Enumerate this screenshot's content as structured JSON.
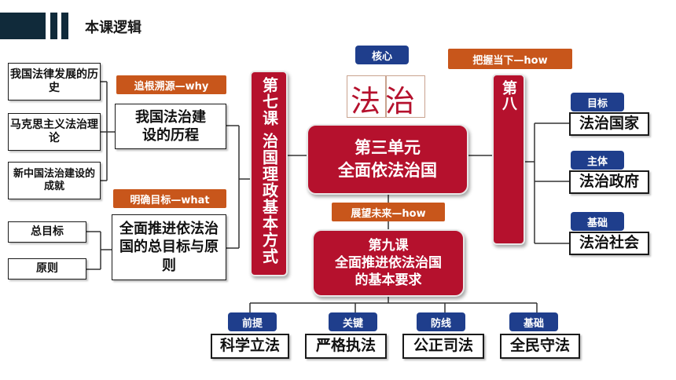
{
  "header": {
    "title": "本课逻辑"
  },
  "core": {
    "label": "核心",
    "chars": "法治"
  },
  "main_unit": {
    "line1": "第三单元",
    "line2": "全面依法治国"
  },
  "lesson_seven": {
    "text": "第七课 治国理政基本方式"
  },
  "lesson_eight": {
    "text": "第八"
  },
  "lesson_nine": {
    "line1": "第九课",
    "line2": "全面推进依法治国",
    "line3": "的基本要求"
  },
  "left_sections": [
    {
      "tag": "追根溯源—why",
      "main_box": "我国法治建设的历程",
      "sub_boxes": [
        "我国法律发展的历史",
        "马克思主义法治理论",
        "新中国法治建设的成就"
      ]
    },
    {
      "tag": "明确目标—what",
      "main_box": "全面推进依法治国的总目标与原则",
      "sub_boxes": [
        "总目标",
        "原则"
      ]
    }
  ],
  "right_section": {
    "tag": "把握当下—how",
    "items": [
      {
        "label": "目标",
        "box": "法治国家"
      },
      {
        "label": "主体",
        "box": "法治政府"
      },
      {
        "label": "基础",
        "box": "法治社会"
      }
    ]
  },
  "bottom_section": {
    "tag": "展望未来—how",
    "items": [
      {
        "label": "前提",
        "box": "科学立法"
      },
      {
        "label": "关键",
        "box": "严格执法"
      },
      {
        "label": "防线",
        "box": "公正司法"
      },
      {
        "label": "基础",
        "box": "全民守法"
      }
    ]
  },
  "colors": {
    "red": "#b5112d",
    "orange": "#c8561b",
    "blue": "#1f3e8c",
    "navy": "#102a3a"
  }
}
